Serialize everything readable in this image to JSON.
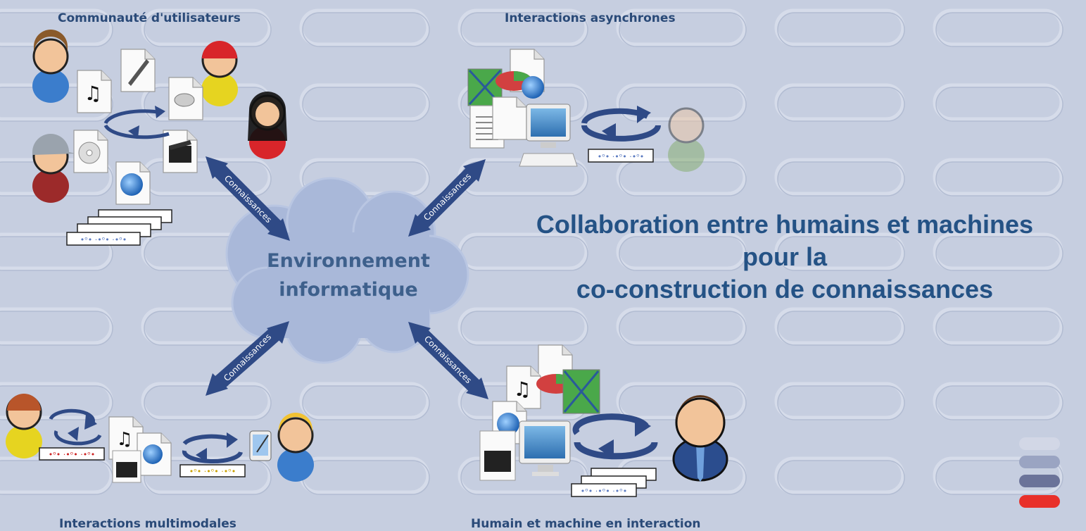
{
  "labels": {
    "community": "Communauté d'utilisateurs",
    "async": "Interactions asynchrones",
    "multimodal": "Interactions multimodales",
    "human_machine": "Humain et machine en interaction"
  },
  "cloud": {
    "line1": "Environnement",
    "line2": "informatique"
  },
  "arrow_label": "Connaissances",
  "title": {
    "line1": "Collaboration entre humains et machines",
    "line2": "pour la",
    "line3": "co-construction de connaissances"
  },
  "colors": {
    "background": "#c6cee0",
    "title": "#245285",
    "arrow": "#2f4a86",
    "cloud": "#a9b8d9",
    "accent_red": "#e8302a"
  },
  "stripes": [
    "#d2d7e6",
    "#9aa4c2",
    "#6b7399",
    "#e8302a"
  ]
}
